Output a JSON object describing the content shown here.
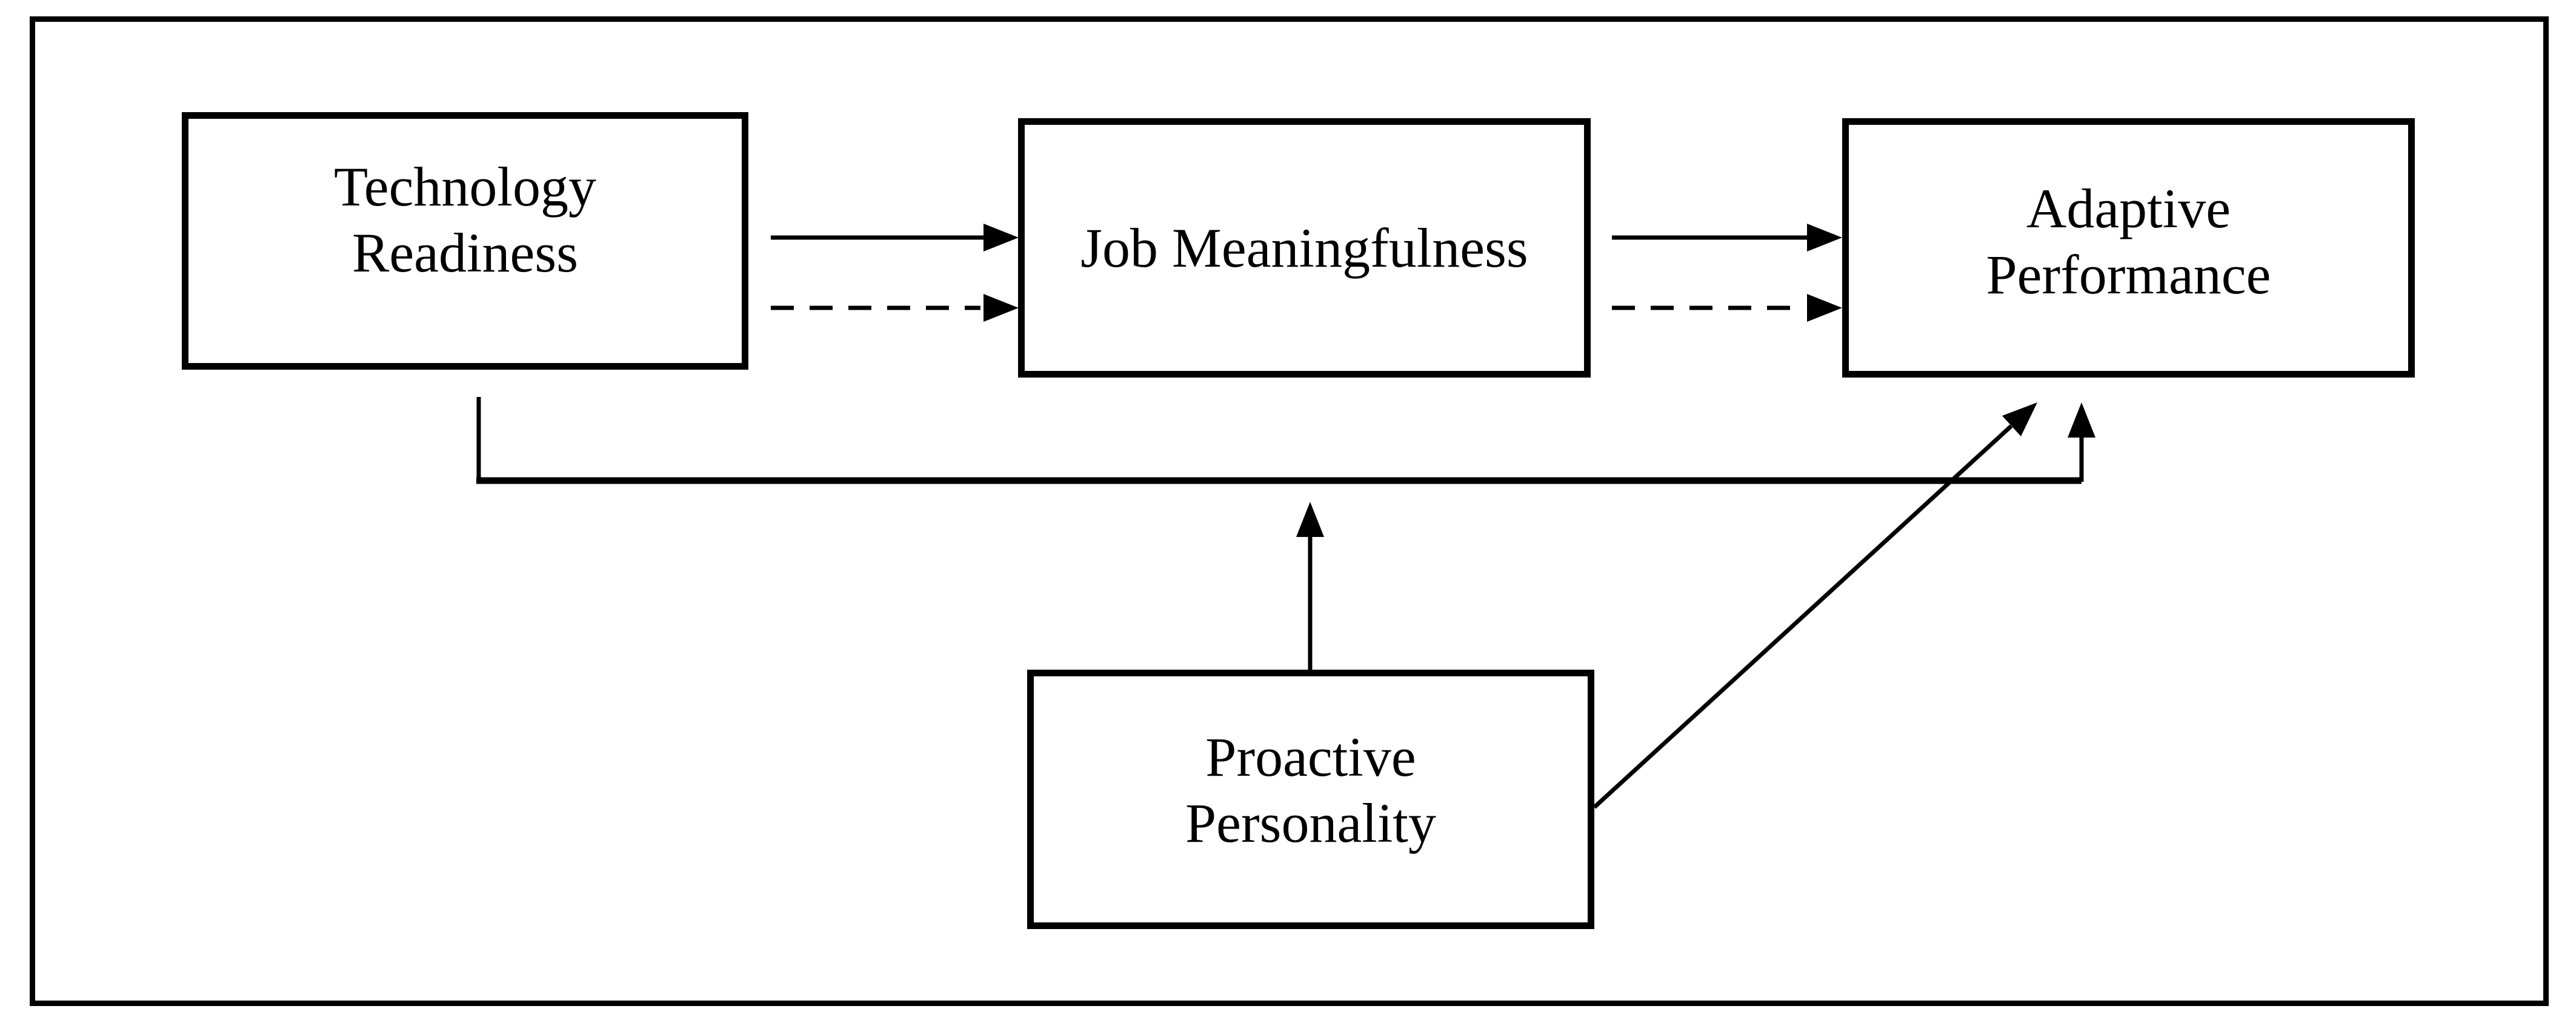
{
  "diagram": {
    "background_color": "#ffffff",
    "ink_color": "#000000",
    "nodes": [
      {
        "id": "technology-readiness",
        "label_lines": [
          "Technology",
          "Readiness"
        ]
      },
      {
        "id": "job-meaningfulness",
        "label_lines": [
          "Job Meaningfulness"
        ]
      },
      {
        "id": "adaptive-performance",
        "label_lines": [
          "Adaptive",
          "Performance"
        ]
      },
      {
        "id": "proactive-personality",
        "label_lines": [
          "Proactive",
          "Personality"
        ]
      }
    ],
    "edges": [
      {
        "from": "technology-readiness",
        "to": "job-meaningfulness",
        "style": "solid",
        "arrowhead": "filled"
      },
      {
        "from": "technology-readiness",
        "to": "job-meaningfulness",
        "style": "dashed",
        "arrowhead": "filled"
      },
      {
        "from": "job-meaningfulness",
        "to": "adaptive-performance",
        "style": "solid",
        "arrowhead": "filled"
      },
      {
        "from": "job-meaningfulness",
        "to": "adaptive-performance",
        "style": "dashed",
        "arrowhead": "filled"
      },
      {
        "from": "technology-readiness",
        "to": "adaptive-performance",
        "style": "solid-elbow-direct-path",
        "arrowhead": "filled"
      },
      {
        "from": "proactive-personality",
        "to": "direct-path-line",
        "style": "solid-moderation",
        "arrowhead": "filled"
      },
      {
        "from": "proactive-personality",
        "to": "adaptive-performance",
        "style": "solid-diagonal",
        "arrowhead": "filled"
      }
    ]
  }
}
